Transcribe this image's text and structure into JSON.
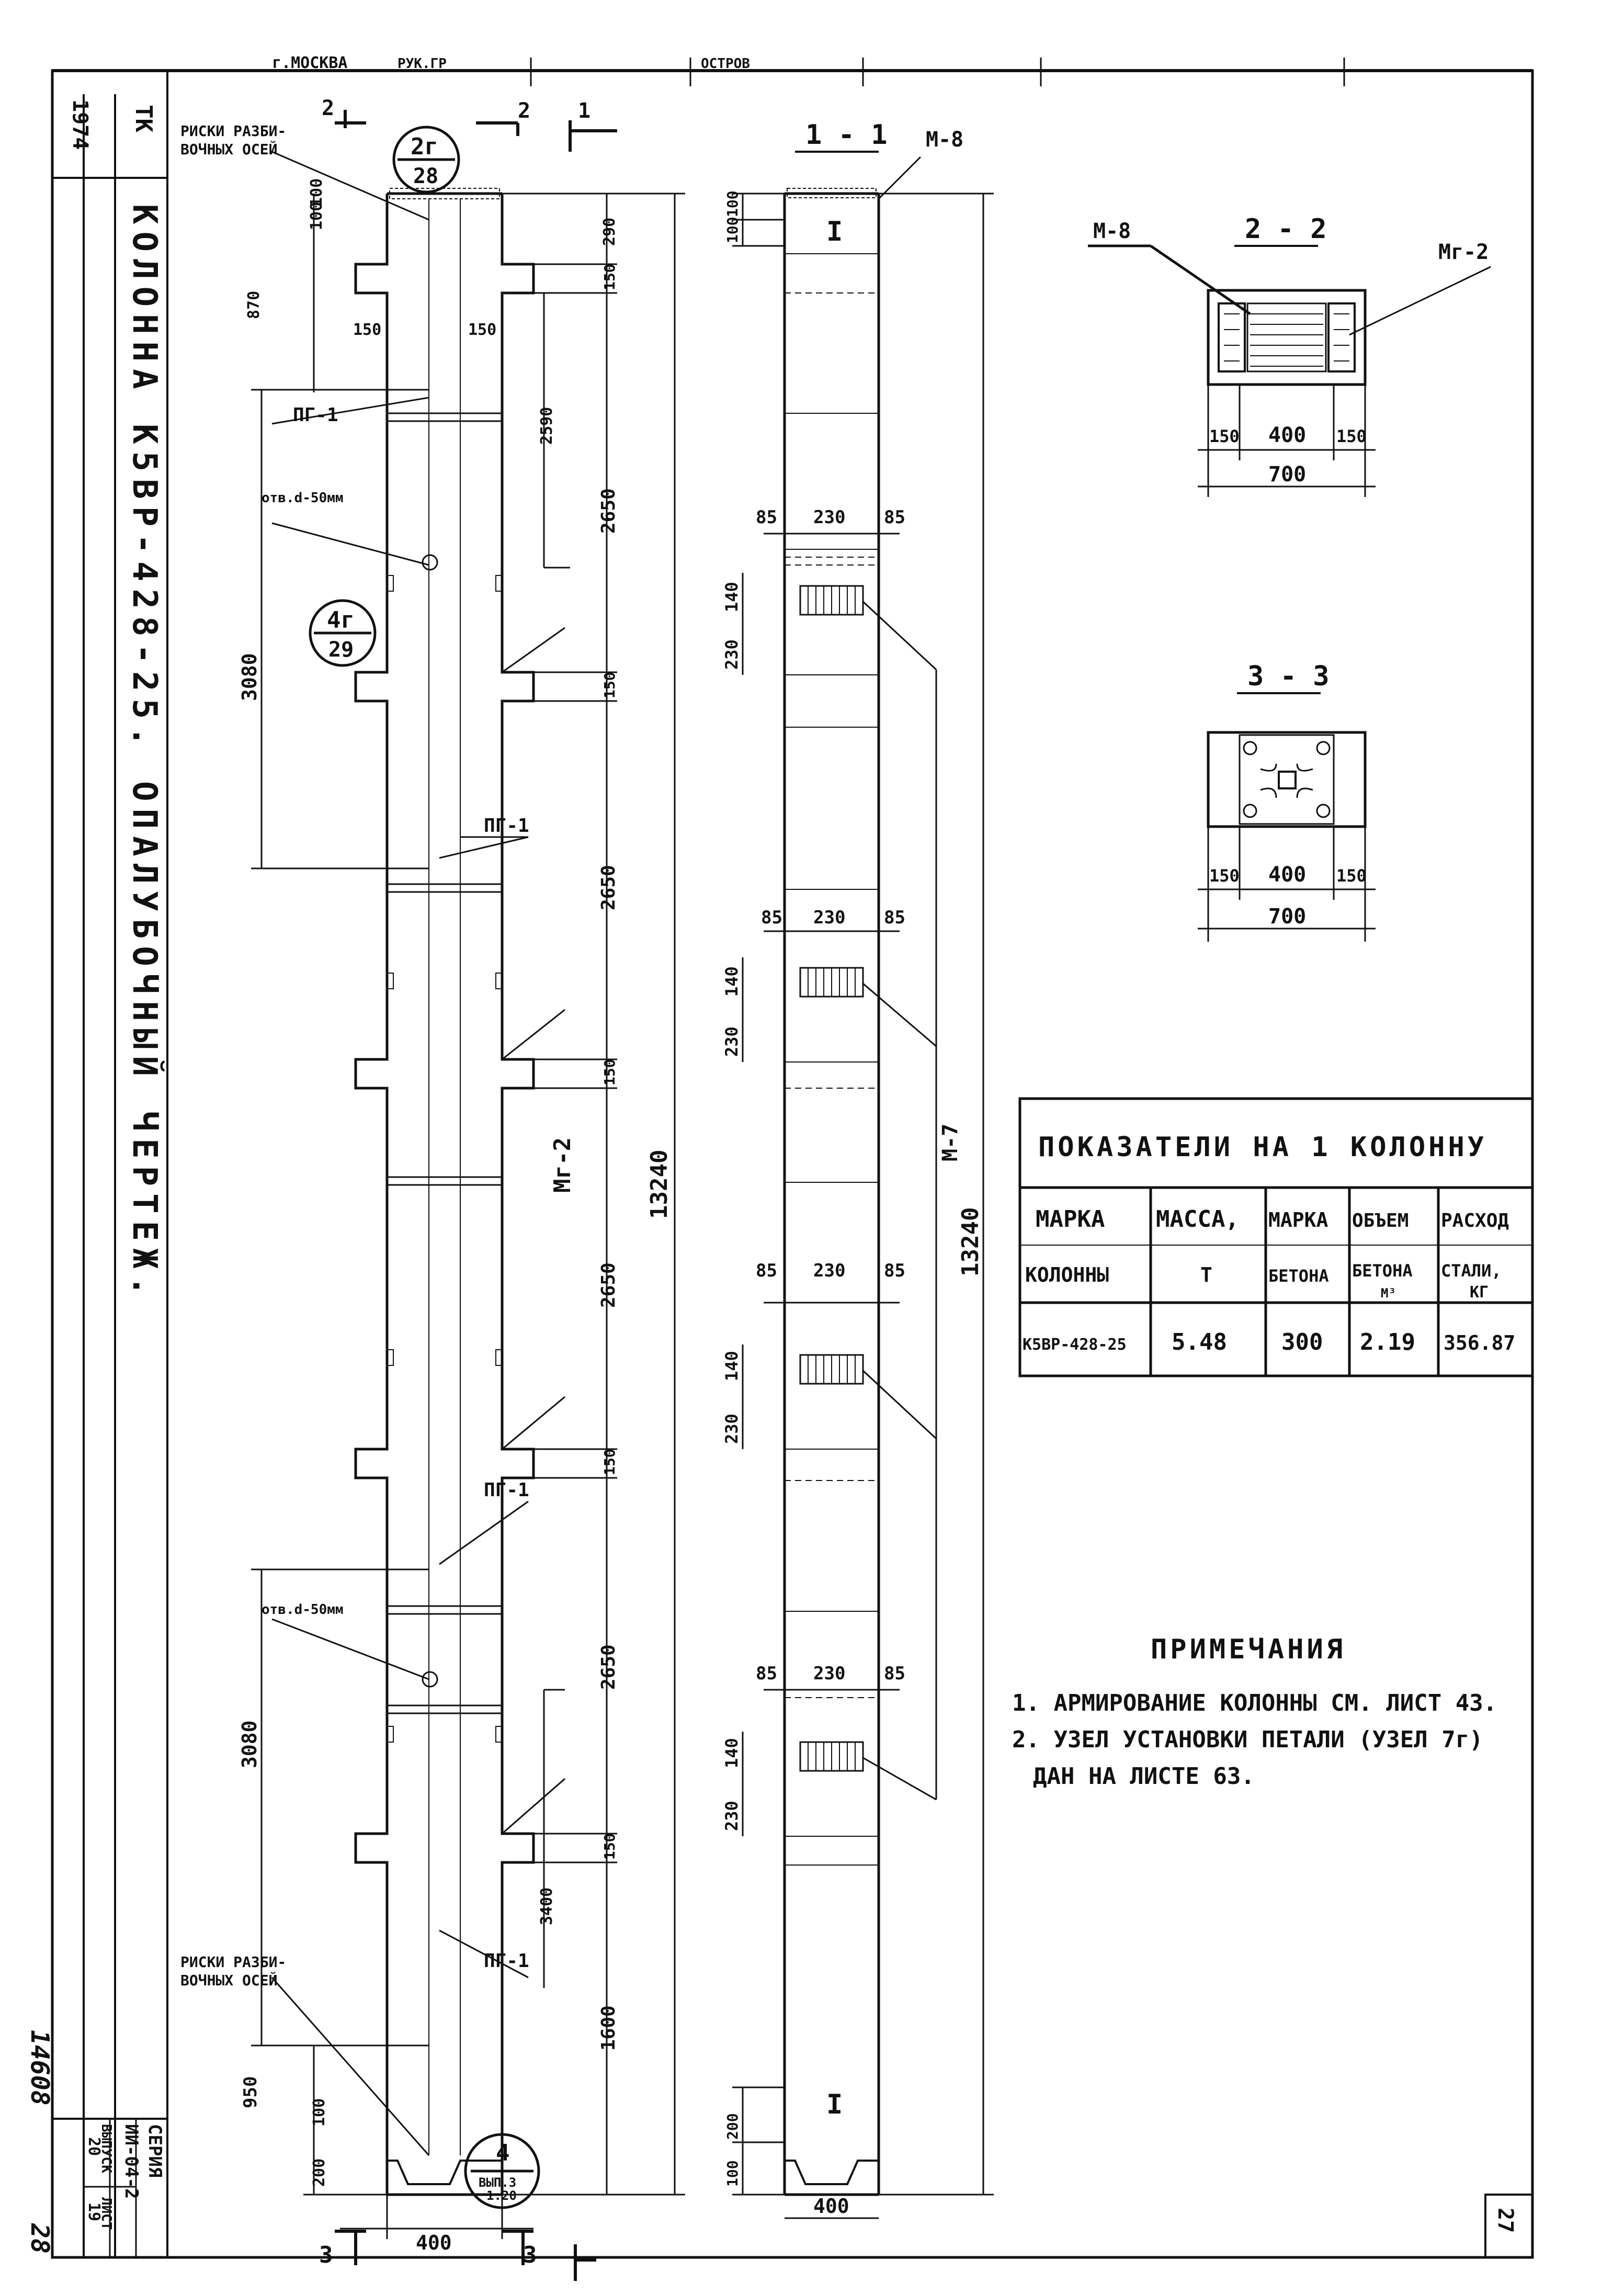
{
  "header": {
    "city": "г.МОСКВА",
    "ruk": "РУК.ГР",
    "ostrov": "ОСТРОВ"
  },
  "title_block": {
    "year": "1974",
    "org": "ТК",
    "title": "КОЛОННА К5ВР-428-25. ОПАЛУБОЧНЫЙ ЧЕРТЕЖ.",
    "series_label": "СЕРИЯ",
    "series": "ИИ-04-2",
    "issue_label": "ВЫПУСК",
    "issue": "20",
    "sheet_label": "ЛИСТ",
    "sheet": "19",
    "page": "27",
    "stamp_number": "14608",
    "stamp_sheet": "28"
  },
  "elevation": {
    "section_marks": [
      "2",
      "2",
      "1",
      "3",
      "3"
    ],
    "callout_top": {
      "num": "2г",
      "sheet": "28"
    },
    "callout_mid": {
      "num": "4г",
      "sheet": "29"
    },
    "callout_bot": {
      "num": "4",
      "sheet": "ВЫП.3",
      "sub": "1.20"
    },
    "risk_top": [
      "РИСКИ РАЗБИ-",
      "ВОЧНЫХ ОСЕЙ"
    ],
    "risk_bot": [
      "РИСКИ РАЗБИ-",
      "ВОЧНЫХ ОСЕЙ"
    ],
    "hole_top": "отв.d-50мм",
    "hole_bot": "отв.d-50мм",
    "pg1": [
      "ПГ-1",
      "ПГ-1",
      "ПГ-1",
      "ПГ-1"
    ],
    "mg2": "Мг-2",
    "dims_left": [
      "100",
      "100",
      "870",
      "150",
      "150",
      "3080",
      "3080",
      "950",
      "200",
      "100"
    ],
    "dims_right": [
      "290",
      "150",
      "2590",
      "2650",
      "150",
      "2650",
      "150",
      "2650",
      "150",
      "2650",
      "150",
      "3400",
      "1600"
    ],
    "total": "13240",
    "width": "400"
  },
  "section_1_1": {
    "label": "1 - 1",
    "m8": "М-8",
    "m7": "М-7",
    "roman": "I",
    "roman_bot": "I",
    "top_dims": [
      "100",
      "100"
    ],
    "bot_dims": [
      "200",
      "100"
    ],
    "plate_dims": [
      "85",
      "230",
      "85"
    ],
    "side_dims": [
      "230",
      "140"
    ],
    "total": "13240",
    "width": "400"
  },
  "section_2_2": {
    "label": "2 - 2",
    "m8": "М-8",
    "mg2": "Мг-2",
    "dims": [
      "150",
      "400",
      "150"
    ],
    "total": "700"
  },
  "section_3_3": {
    "label": "3 - 3",
    "dims": [
      "150",
      "400",
      "150"
    ],
    "total": "700"
  },
  "table": {
    "title": "ПОКАЗАТЕЛИ НА 1 КОЛОННУ",
    "headers": [
      [
        "МАРКА",
        "КОЛОННЫ"
      ],
      [
        "МАССА,",
        "Т"
      ],
      [
        "МАРКА",
        "БЕТОНА"
      ],
      [
        "ОБЪЕМ",
        "БЕТОНА",
        "М³"
      ],
      [
        "РАСХОД",
        "СТАЛИ,",
        "КГ"
      ]
    ],
    "row": [
      "К5ВР-428-25",
      "5.48",
      "300",
      "2.19",
      "356.87"
    ]
  },
  "notes": {
    "title": "ПРИМЕЧАНИЯ",
    "items": [
      "1. АРМИРОВАНИЕ КОЛОННЫ СМ. ЛИСТ 43.",
      "2. УЗЕЛ УСТАНОВКИ ПЕТАЛИ (УЗЕЛ 7г)",
      "ДАН НА ЛИСТЕ 63."
    ]
  }
}
